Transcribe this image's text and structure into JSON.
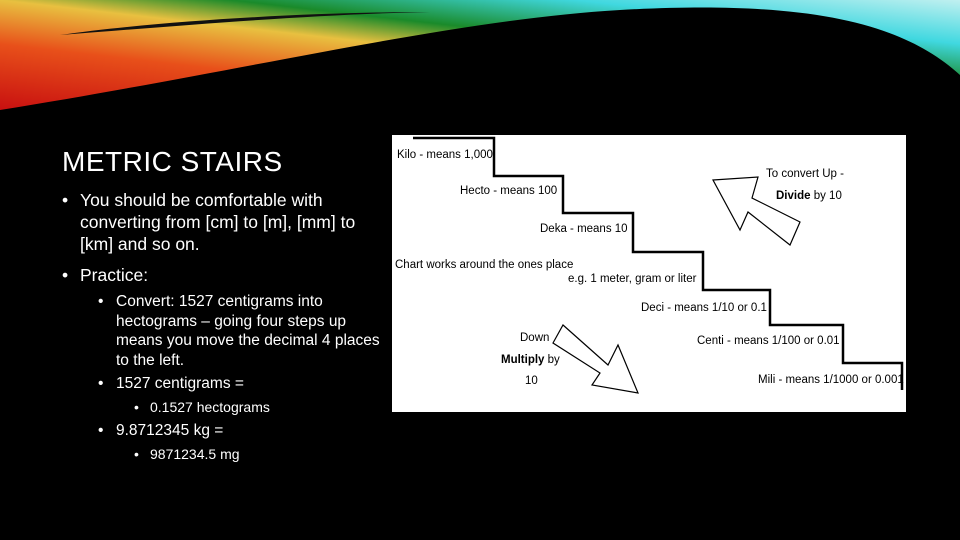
{
  "slide": {
    "title": "METRIC STAIRS",
    "bullets": [
      {
        "text": "You should be comfortable with converting from [cm] to [m], [mm] to [km] and so on."
      },
      {
        "text": "Practice:"
      }
    ],
    "sub_bullets": [
      {
        "text": "Convert: 1527 centigrams into hectograms – going four steps up means you move the decimal 4 places to the left."
      },
      {
        "text": "1527 centigrams ="
      },
      {
        "text": "9.8712345 kg ="
      }
    ],
    "sub_sub_bullets": [
      {
        "text": "0.1527 hectograms"
      },
      {
        "text": "9871234.5 mg"
      }
    ],
    "bullet_glyph": "•"
  },
  "stairs_image": {
    "steps": [
      "Kilo - means 1,000",
      "Hecto - means 100",
      "Deka - means 10",
      "Chart works around the ones place",
      "e.g. 1 meter, gram or liter",
      "Deci - means 1/10 or 0.1",
      "Centi - means 1/100 or 0.01",
      "Mili - means 1/1000 or 0.001"
    ],
    "up_note": {
      "line1": "To convert Up -",
      "bold": "Divide",
      "rest": " by 10"
    },
    "down_note": {
      "line1": "Down",
      "bold": "Multiply",
      "rest": " by",
      "line3": "10"
    }
  },
  "colors": {
    "background": "#000000",
    "text": "#ffffff",
    "image_bg": "#ffffff"
  }
}
